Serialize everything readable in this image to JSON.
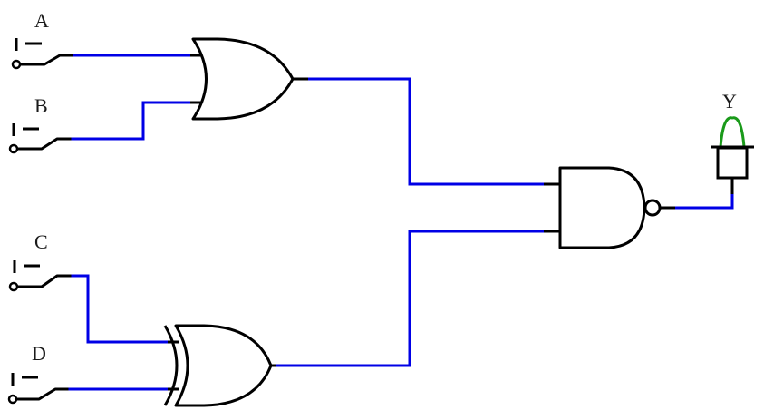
{
  "diagram": {
    "type": "logic-circuit",
    "inputs": [
      {
        "id": "A",
        "label": "A",
        "kind": "switch"
      },
      {
        "id": "B",
        "label": "B",
        "kind": "switch"
      },
      {
        "id": "C",
        "label": "C",
        "kind": "switch"
      },
      {
        "id": "D",
        "label": "D",
        "kind": "switch"
      }
    ],
    "gates": [
      {
        "id": "g1",
        "type": "OR",
        "inputs": [
          "A",
          "B"
        ]
      },
      {
        "id": "g2",
        "type": "XOR",
        "inputs": [
          "C",
          "D"
        ]
      },
      {
        "id": "g3",
        "type": "NAND",
        "inputs": [
          "g1",
          "g2"
        ]
      }
    ],
    "output": {
      "id": "Y",
      "label": "Y",
      "kind": "lamp",
      "source": "g3"
    },
    "colors": {
      "wire": "#0000e6",
      "component": "#000000",
      "lamp": "#1a9a1a"
    }
  }
}
